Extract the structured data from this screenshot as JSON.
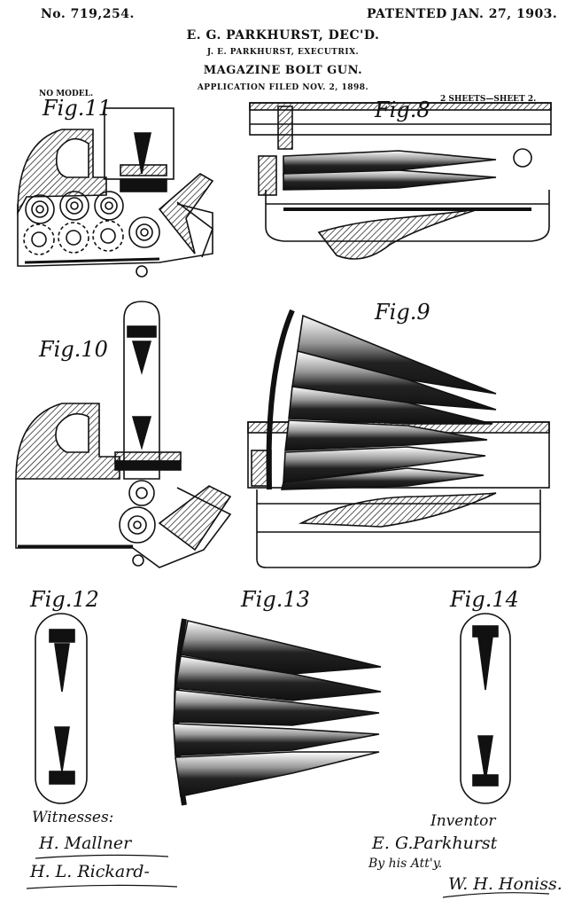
{
  "header": {
    "number": "No. 719,254.",
    "patented": "PATENTED JAN. 27, 1903.",
    "inventor_line": "E. G. PARKHURST, DEC'D.",
    "executrix_line": "J. E. PARKHURST, EXECUTRIX.",
    "title": "MAGAZINE BOLT GUN.",
    "application": "APPLICATION FILED NOV. 2, 1898.",
    "no_model": "NO MODEL.",
    "sheets": "2 SHEETS—SHEET 2."
  },
  "figures": {
    "fig11": "Fig.11",
    "fig8": "Fig.8",
    "fig9": "Fig.9",
    "fig10": "Fig.10",
    "fig12": "Fig.12",
    "fig13": "Fig.13",
    "fig14": "Fig.14"
  },
  "footer": {
    "witnesses_label": "Witnesses:",
    "witness1": "H. Mallner",
    "witness2": "H. L. Rickard-",
    "inventor_label": "Inventor",
    "inventor_name": "E. G.Parkhurst",
    "attorney_line": "By his Att'y.",
    "attorney_signature": "W. H. Honiss."
  }
}
